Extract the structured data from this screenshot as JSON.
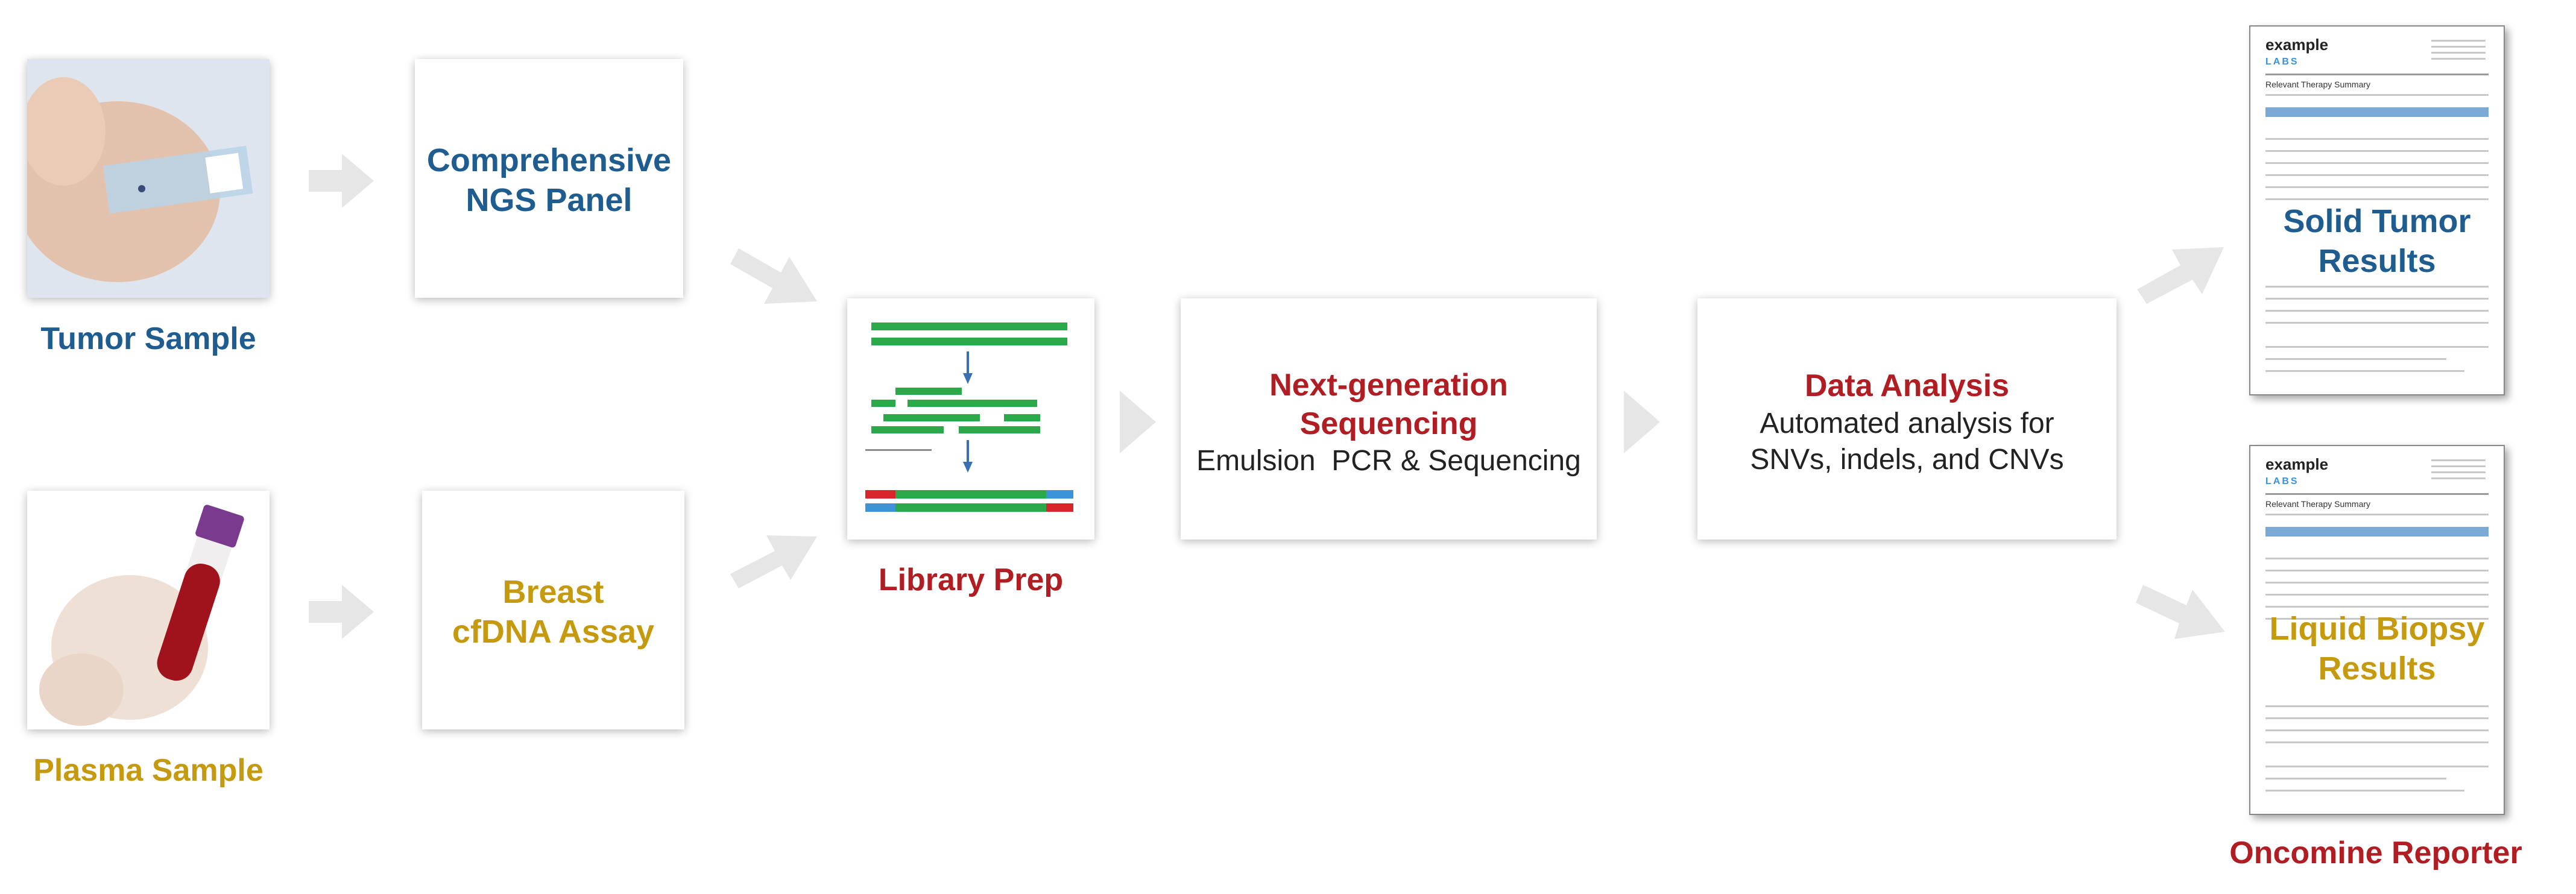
{
  "inputs": {
    "tumor": {
      "label": "Tumor Sample",
      "panel": "Comprehensive\nNGS Panel"
    },
    "plasma": {
      "label": "Plasma Sample",
      "panel": "Breast\ncfDNA Assay"
    }
  },
  "steps": {
    "library_prep": {
      "label": "Library Prep"
    },
    "sequencing": {
      "title": "Next-generation\nSequencing",
      "subtitle": "Emulsion  PCR & Sequencing"
    },
    "analysis": {
      "title": "Data Analysis",
      "subtitle": "Automated analysis for\nSNVs, indels, and CNVs"
    }
  },
  "outputs": {
    "solid": {
      "overlay": "Solid Tumor\nResults",
      "brand": "example",
      "brand_sub": "LABS",
      "heading": "Relevant Therapy Summary"
    },
    "liquid": {
      "overlay": "Liquid Biopsy\nResults",
      "brand": "example",
      "brand_sub": "LABS",
      "heading": "Relevant Therapy Summary"
    },
    "reporter_label": "Oncomine Reporter"
  },
  "colors": {
    "blue": "#1f5c8f",
    "gold": "#c59a0f",
    "red": "#b01e24",
    "green": "#2aa84a",
    "arrow": "#e6e6e6"
  }
}
